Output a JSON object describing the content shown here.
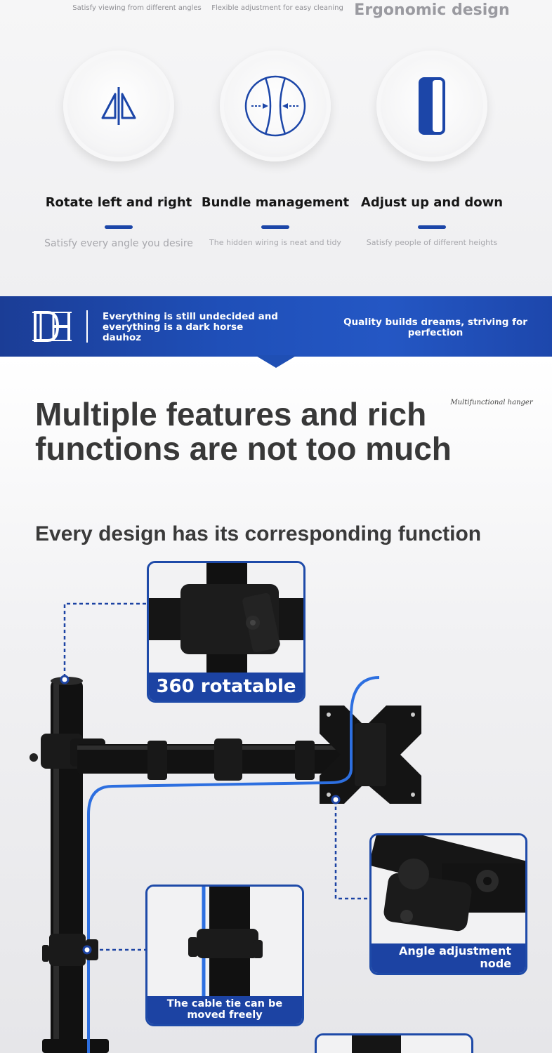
{
  "top_row": {
    "left": "Satisfy viewing from different angles",
    "middle": "Flexible adjustment for easy cleaning",
    "right": "Ergonomic design"
  },
  "features": [
    {
      "icon": "mirror-triangles-icon",
      "title": "Rotate left and right",
      "subtitle": "Satisfy every angle you desire"
    },
    {
      "icon": "bundle-circle-icon",
      "title": "Bundle management",
      "subtitle": "The hidden wiring is neat and tidy"
    },
    {
      "icon": "up-down-bar-icon",
      "title": "Adjust up and down",
      "subtitle": "Satisfy people of different heights"
    }
  ],
  "banner": {
    "logo": "DH",
    "line1": "Everything is still undecided and",
    "line2": "everything is a dark horse",
    "line3": "dauhoz",
    "right_text": "Quality builds dreams, striving for perfection"
  },
  "section": {
    "title": "Multiple features and rich functions are not too much",
    "script_label": "Multifunctional hanger",
    "subtitle": "Every design has its corresponding function"
  },
  "callouts": {
    "rotatable": "360 rotatable",
    "angle": "Angle adjustment node",
    "cable": "The cable tie can be moved freely"
  },
  "colors": {
    "brand_blue": "#1c43a3",
    "cable_blue": "#2d6fe0"
  }
}
